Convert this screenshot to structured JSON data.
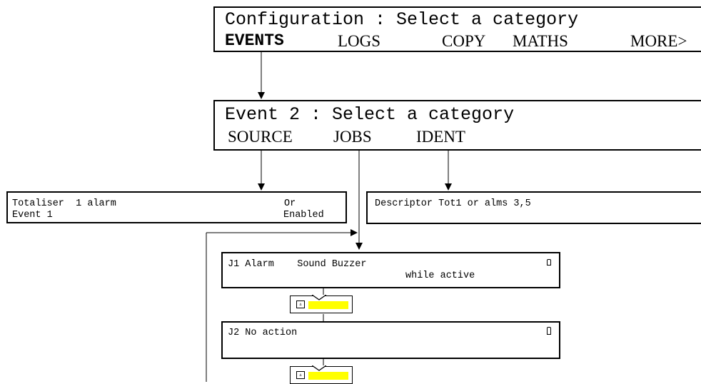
{
  "config_screen": {
    "title": "Configuration : Select a category",
    "tabs": [
      "EVENTS",
      "LOGS",
      "COPY",
      "MATHS",
      "MORE>"
    ]
  },
  "event_screen": {
    "title": "Event 2 : Select a category",
    "tabs": [
      "SOURCE",
      "JOBS",
      "IDENT"
    ]
  },
  "source_panel": {
    "line1_label": "Totaliser  1 alarm",
    "line1_value": "Or",
    "line2_label": "Event 1",
    "line2_value": "Enabled"
  },
  "ident_panel": {
    "text": "Descriptor Tot1 or alms 3,5"
  },
  "jobs": [
    {
      "id": "J1",
      "action": "J1 Alarm    Sound Buzzer",
      "detail": "while active"
    },
    {
      "id": "J2",
      "action": "J2 No action",
      "detail": ""
    }
  ],
  "colors": {
    "accent_yellow": "#ffff00",
    "line": "#000000"
  },
  "icons": [
    "down-arrow-icon",
    "right-arrow-icon",
    "softkey-edit-icon",
    "indicator-icon"
  ]
}
